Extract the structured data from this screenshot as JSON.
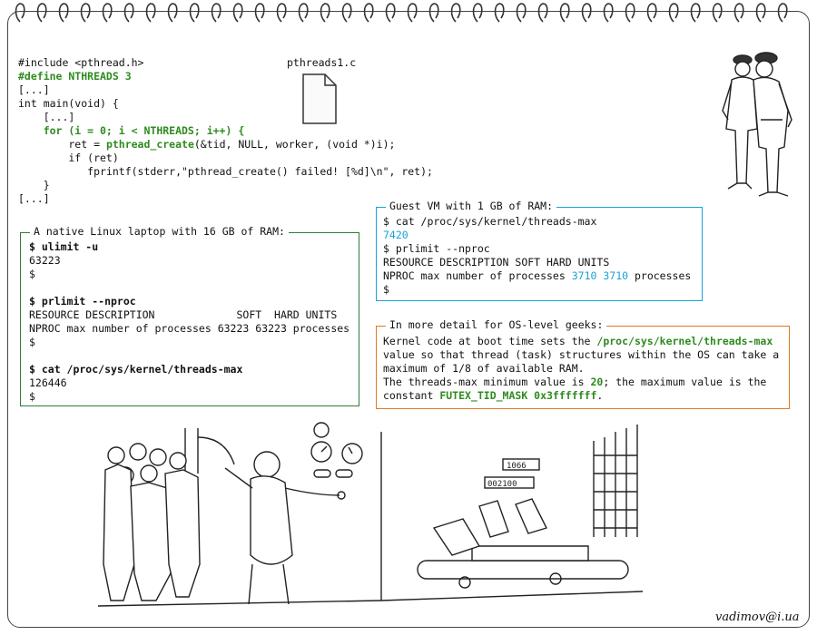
{
  "code": {
    "file_name": "pthreads1.c",
    "lines": [
      {
        "text": "#include <pthread.h>",
        "style": "plain"
      },
      {
        "text": "#define NTHREADS 3",
        "style": "green"
      },
      {
        "text": "[...]",
        "style": "plain"
      },
      {
        "text": "int main(void) {",
        "style": "plain"
      },
      {
        "text": "    [...]",
        "style": "plain"
      },
      {
        "text": "    for (i = 0; i < NTHREADS; i++) {",
        "style": "green"
      },
      {
        "text": "        ret = ",
        "style": "plain",
        "append": [
          {
            "text": "pthread_create",
            "style": "green"
          },
          {
            "text": "(&tid, NULL, worker, (void *)i);",
            "style": "plain"
          }
        ]
      },
      {
        "text": "        if (ret)",
        "style": "plain"
      },
      {
        "text": "           fprintf(stderr,\"pthread_create() failed! [%d]\\n\", ret);",
        "style": "plain"
      },
      {
        "text": "    }",
        "style": "plain"
      },
      {
        "text": "[...]",
        "style": "plain"
      }
    ]
  },
  "native_panel": {
    "title": "A native Linux laptop with 16 GB of RAM:",
    "cmd1": "$ ulimit -u",
    "out1": "63223",
    "prompt1": "$",
    "cmd2": "$ prlimit --nproc",
    "out2a": "RESOURCE DESCRIPTION             SOFT  HARD UNITS",
    "out2b": "NPROC max number of processes 63223 63223 processes",
    "prompt2": "$",
    "cmd3": "$ cat /proc/sys/kernel/threads-max",
    "out3": "126446",
    "prompt3": "$"
  },
  "guest_panel": {
    "title": "Guest VM with 1 GB of RAM:",
    "cmd1": "$ cat /proc/sys/kernel/threads-max",
    "out1": "7420",
    "cmd2": "$ prlimit --nproc",
    "out2a": "RESOURCE DESCRIPTION SOFT HARD UNITS",
    "out2b_pre": "NPROC max number of processes ",
    "out2b_soft": "3710",
    "out2b_hard": "3710",
    "out2b_post": " processes",
    "prompt": "$"
  },
  "detail_panel": {
    "title": "In more detail for OS-level geeks:",
    "l1_pre": "Kernel code at boot time sets the ",
    "l1_hl": "/proc/sys/kernel/threads-max",
    "l2": "value so that thread (task) structures within the OS can take a",
    "l3": "maximum of 1/8 of available RAM.",
    "l4_pre": "The threads-max minimum value is ",
    "l4_hl": "20",
    "l4_post": "; the maximum value is the",
    "l5_pre": "constant ",
    "l5_hl": "FUTEX_TID_MASK 0x3fffffff",
    "l5_post": "."
  },
  "illustration": {
    "counter_top": "1066",
    "counter_bottom": "002100"
  },
  "signature": "vadimov@i.ua",
  "colors": {
    "green": "#2e8b1f",
    "cyan": "#1aa0d8",
    "orange": "#e07a1f"
  }
}
